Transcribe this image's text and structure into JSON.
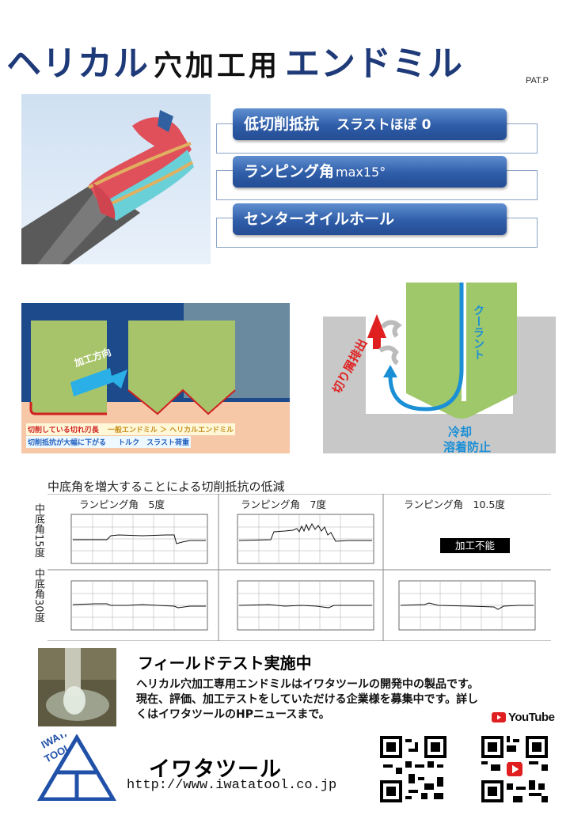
{
  "header": {
    "title_part1": "ヘリカル",
    "title_part2": "穴加工用",
    "title_part3": "エンドミル",
    "patent": "PAT.P"
  },
  "features": [
    {
      "label": "低切削抵抗",
      "sub": "スラストほぼ 0"
    },
    {
      "label": "ランピング角",
      "sub": "max15°"
    },
    {
      "label": "センターオイルホール",
      "sub": ""
    }
  ],
  "diagram_cutting": {
    "direction_label": "加工方向",
    "legend_line1_a": "切削している切れ刃長",
    "legend_line1_b": "一般エンドミル ＞ ヘリカルエンドミル",
    "legend_line2_a": "切削抵抗が大幅に下がる",
    "legend_line2_b": "トルク　スラスト荷重"
  },
  "diagram_coolant": {
    "chip_label": "切り屑排出",
    "coolant_label": "クーラント",
    "cool_line1": "冷却",
    "cool_line2": "溶着防止"
  },
  "graphs": {
    "title": "中底角を増大することによる切削抵抗の低減",
    "columns": [
      "ランピング角　5度",
      "ランピング角　7度",
      "ランピング角　10.5度"
    ],
    "rows": [
      "中底角15度",
      "中底角30度"
    ],
    "not_possible": "加工不能"
  },
  "field_test": {
    "title": "フィールドテスト実施中",
    "body": "ヘリカル穴加工専用エンドミルはイワタツールの開発中の製品です。現在、評価、加工テストをしていただける企業様を募集中です。詳しくはイワタツールのHPニュースまで。"
  },
  "footer": {
    "company": "イワタツール",
    "url": "http://www.iwatatool.co.jp",
    "logo_line1": "IWATA",
    "logo_line2": "TOOL",
    "youtube_label": "YouTube"
  },
  "colors": {
    "brand_navy": "#1e3a78",
    "feature_blue": "#2f5da8",
    "coolant_blue": "#1a8fd6",
    "chip_red": "#e02020"
  }
}
